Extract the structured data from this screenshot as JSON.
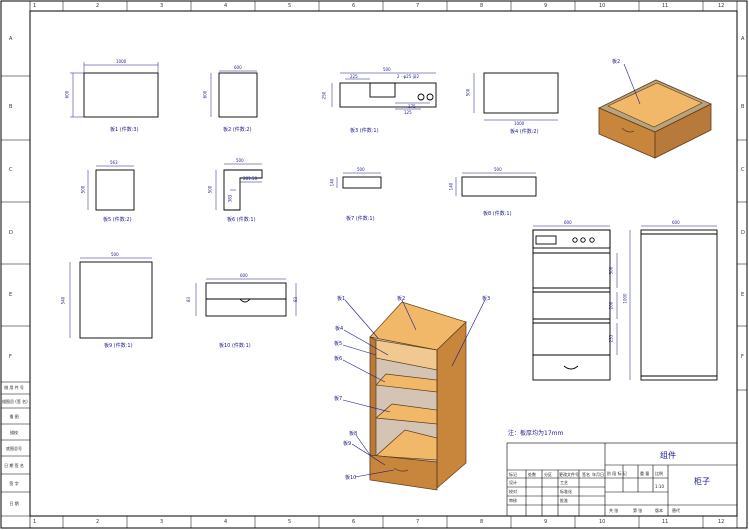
{
  "sheet": {
    "zones_top": [
      "1",
      "2",
      "3",
      "4",
      "5",
      "6",
      "7",
      "8",
      "9",
      "10",
      "11",
      "12"
    ],
    "zones_side": [
      "A",
      "B",
      "C",
      "D",
      "E",
      "F"
    ],
    "side_labels": [
      "借 用 件 号",
      "描图员 (签 名)",
      "描 图",
      "描校",
      "底图总号",
      "日 期 签 名",
      "签 字",
      "日 期"
    ]
  },
  "views": {
    "v1": {
      "dim_w": "1000",
      "dim_h": "600",
      "caption": "板1 (件数:3)"
    },
    "v2": {
      "dim_w": "600",
      "dim_h": "600",
      "caption": "板2 (件数:2)"
    },
    "v3": {
      "dim_w": "500",
      "dim_a": "225",
      "dim_b": "2 - φ25 深2",
      "dim_c": "250",
      "dim_d": "125",
      "dim_e": "175",
      "caption": "板3 (件数:1)"
    },
    "v4": {
      "dim_w": "1000",
      "dim_h": "500",
      "caption": "板4 (件数:2)"
    },
    "v5": {
      "dim_w": "563",
      "dim_h": "500",
      "caption": "板5 (件数:2)"
    },
    "v6": {
      "dim_w": "500",
      "dim_a": "383",
      "dim_b": "281.58",
      "dim_h": "500",
      "caption": "板6 (件数:1)"
    },
    "v7": {
      "dim_w": "500",
      "dim_h": "140",
      "caption": "板7 (件数:1)"
    },
    "v8": {
      "dim_w": "500",
      "dim_h": "140",
      "caption": "板8 (件数:1)"
    },
    "v9": {
      "dim_w": "500",
      "dim_h": "540",
      "caption": "板9 (件数:1)"
    },
    "v10": {
      "dim_w": "600",
      "dim_l": "83",
      "dim_r": "83",
      "caption": "板10 (件数:1)"
    },
    "front": {
      "dim_w": "600",
      "dim_h": "1000",
      "dim_a": "300",
      "dim_b": "200",
      "dim_c": "235"
    },
    "side": {
      "dim_w": "600"
    }
  },
  "callouts": {
    "drawer": "板2",
    "assembly": [
      "板1",
      "板2",
      "板3",
      "板4",
      "板5",
      "板6",
      "板7",
      "板8",
      "板9",
      "板10"
    ]
  },
  "note": "注：板厚均为17mm",
  "title_block": {
    "part_title": "组件",
    "product": "柜子",
    "rows": [
      "标记",
      "处数",
      "分区",
      "更改文件号",
      "签名",
      "年月日"
    ],
    "roles": [
      "设计",
      "校对",
      "审核",
      "工艺",
      "标准化",
      "批准"
    ],
    "stage_labels": [
      "阶 段 标 记",
      "重 量",
      "比例"
    ],
    "scale": "1:10",
    "sheet_info": [
      "共  张",
      "第  张",
      "版本",
      "替代"
    ]
  },
  "colors": {
    "line": "#1a1a8c",
    "wood": "#f2b86a",
    "wood_dark": "#c8863c",
    "wood_side": "#b77a3a",
    "edge": "#5a3b1a"
  }
}
